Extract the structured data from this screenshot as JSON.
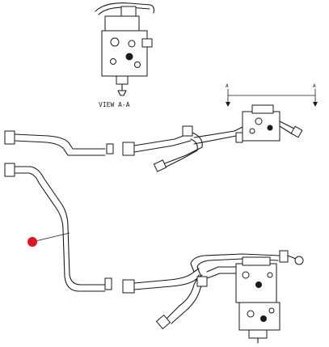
{
  "view_label": "VIEW  A-A",
  "section_arrow_left": "A",
  "section_arrow_right": "A",
  "marker_color": "#e0141e",
  "line_color": "#1a1a1a"
}
